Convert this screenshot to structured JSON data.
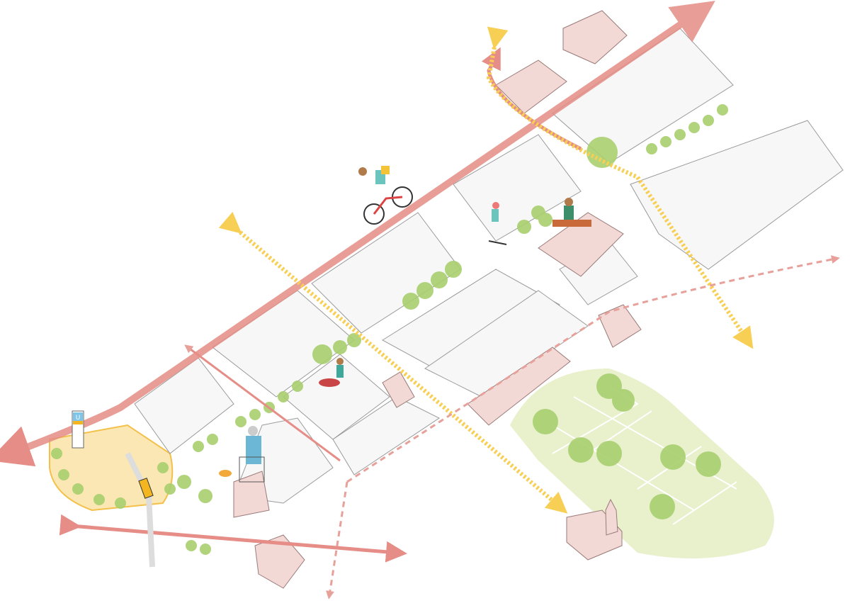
{
  "colors": {
    "main_road": "#e58d86",
    "yellow_route": "#f7cf55",
    "pink_route": "#e8a19a",
    "building_fill": "#f7f7f7",
    "building_stroke": "#9a9a9a",
    "pink_building": "#f2d9d6",
    "park_green": "#e8f0cc",
    "tree_green": "#a8cf6e",
    "plaza_yellow": "#fbe7b4"
  },
  "transit_sign": {
    "letter": "U",
    "icon": "u-bahn-sign-icon"
  },
  "figures": [
    "cyclist",
    "child-on-scooter",
    "man-sitting-on-bench",
    "woman-sitting-reading",
    "elderly-woman-with-walker-and-dog"
  ],
  "landmarks": [
    "church",
    "park-with-trees",
    "playground-plaza",
    "tram"
  ]
}
